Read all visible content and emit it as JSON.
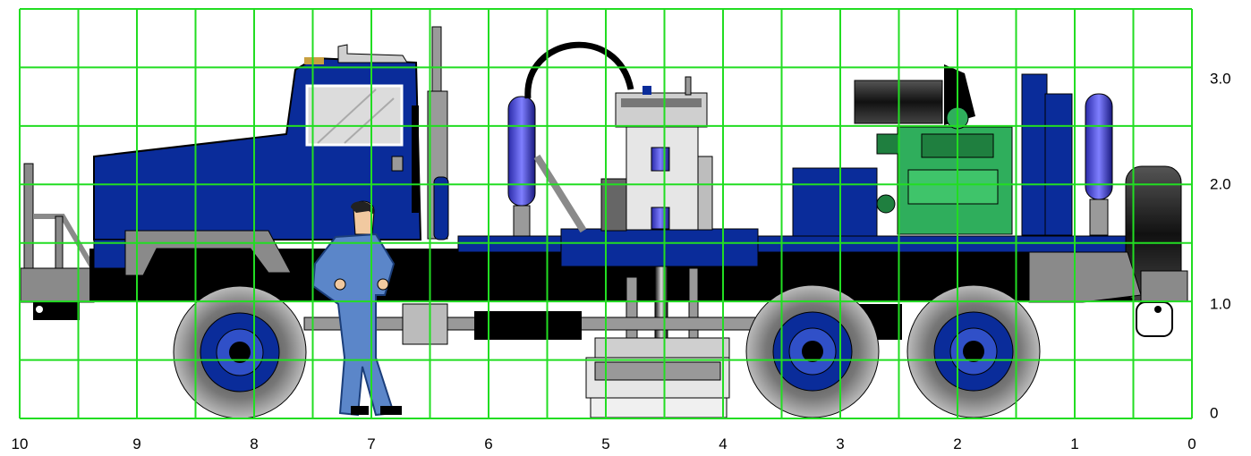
{
  "x_axis": {
    "labels": [
      "10",
      "9",
      "8",
      "7",
      "6",
      "5",
      "4",
      "3",
      "2",
      "1",
      "0"
    ]
  },
  "y_axis": {
    "labels": [
      "3.0",
      "2.0",
      "1.0",
      "0"
    ]
  },
  "colors": {
    "grid": "#22dd22",
    "truck_blue": "#0a2c9a",
    "engine_green": "#2fae5c",
    "steel_gray": "#8a8a8a",
    "frame_black": "#000000",
    "tire_gray": "#6b6b6b",
    "worker_blue": "#5b86c9"
  }
}
